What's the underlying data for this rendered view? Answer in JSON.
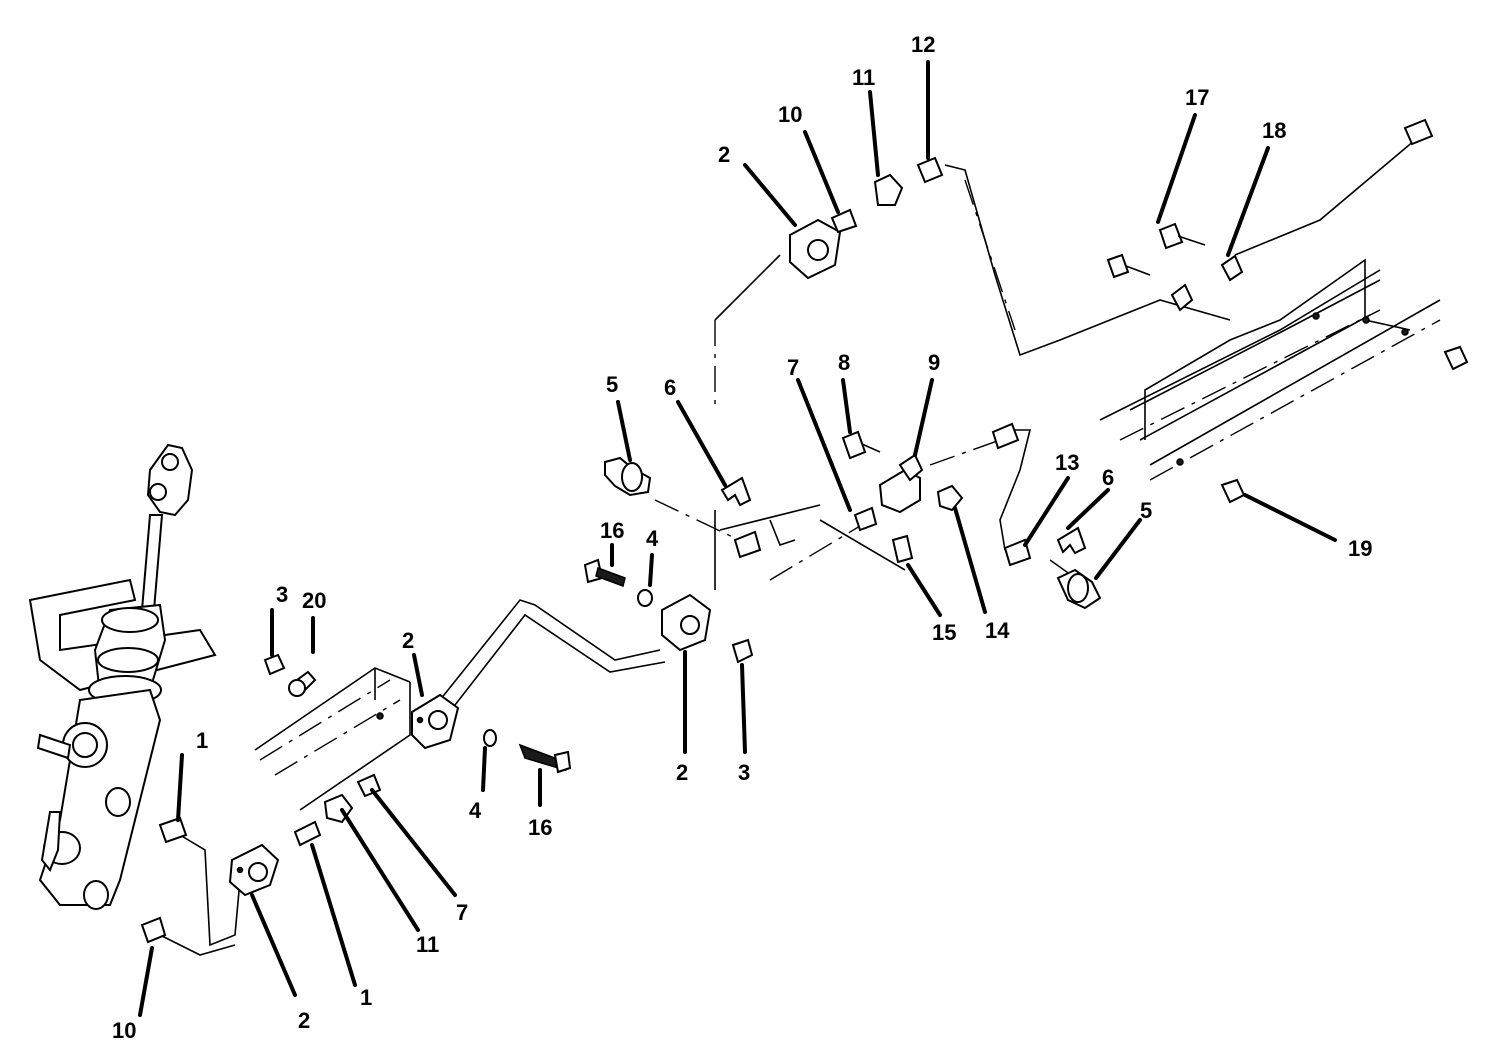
{
  "diagram": {
    "callouts": [
      {
        "id": "c1a",
        "label": "1"
      },
      {
        "id": "c1b",
        "label": "1"
      },
      {
        "id": "c2a",
        "label": "2"
      },
      {
        "id": "c2b",
        "label": "2"
      },
      {
        "id": "c2c",
        "label": "2"
      },
      {
        "id": "c2d",
        "label": "2"
      },
      {
        "id": "c3a",
        "label": "3"
      },
      {
        "id": "c3b",
        "label": "3"
      },
      {
        "id": "c4a",
        "label": "4"
      },
      {
        "id": "c4b",
        "label": "4"
      },
      {
        "id": "c5a",
        "label": "5"
      },
      {
        "id": "c5b",
        "label": "5"
      },
      {
        "id": "c6a",
        "label": "6"
      },
      {
        "id": "c6b",
        "label": "6"
      },
      {
        "id": "c7a",
        "label": "7"
      },
      {
        "id": "c7b",
        "label": "7"
      },
      {
        "id": "c8",
        "label": "8"
      },
      {
        "id": "c9",
        "label": "9"
      },
      {
        "id": "c10a",
        "label": "10"
      },
      {
        "id": "c10b",
        "label": "10"
      },
      {
        "id": "c11a",
        "label": "11"
      },
      {
        "id": "c11b",
        "label": "11"
      },
      {
        "id": "c12",
        "label": "12"
      },
      {
        "id": "c13",
        "label": "13"
      },
      {
        "id": "c14",
        "label": "14"
      },
      {
        "id": "c15",
        "label": "15"
      },
      {
        "id": "c16a",
        "label": "16"
      },
      {
        "id": "c16b",
        "label": "16"
      },
      {
        "id": "c17",
        "label": "17"
      },
      {
        "id": "c18",
        "label": "18"
      },
      {
        "id": "c19",
        "label": "19"
      },
      {
        "id": "c20",
        "label": "20"
      }
    ]
  }
}
